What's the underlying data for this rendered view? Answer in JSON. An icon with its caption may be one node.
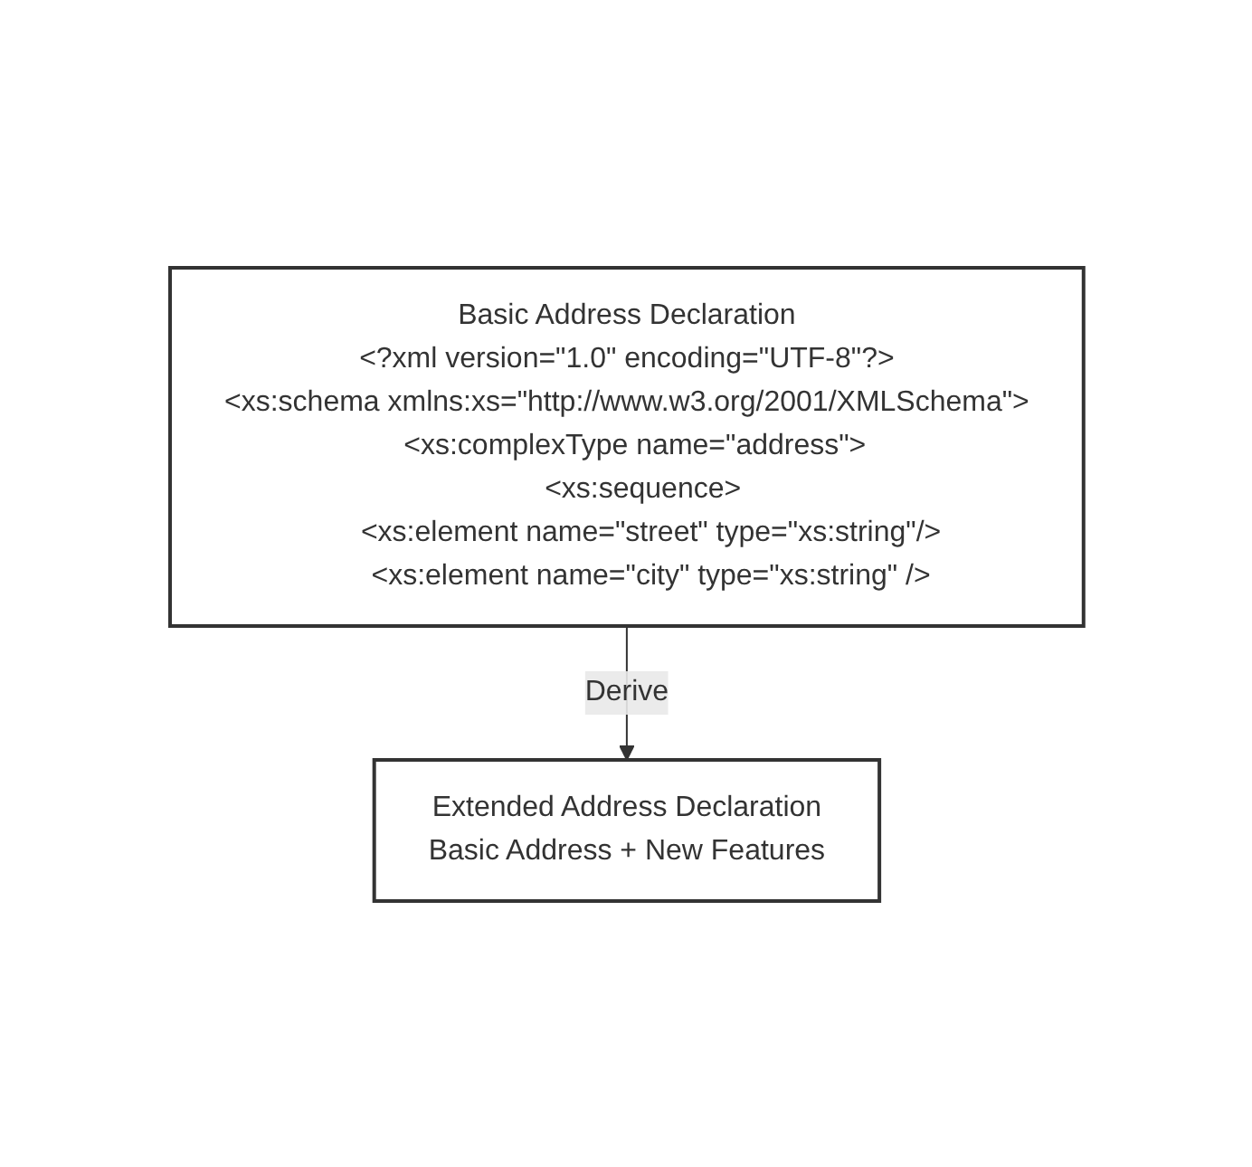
{
  "diagram": {
    "nodes": [
      {
        "text": [
          "Basic Address Declaration",
          "<?xml version=\"1.0\" encoding=\"UTF-8\"?>",
          "<xs:schema xmlns:xs=\"http://www.w3.org/2001/XMLSchema\">",
          "<xs:complexType name=\"address\">",
          "<xs:sequence>",
          "<xs:element name=\"street\" type=\"xs:string\"/>",
          "<xs:element name=\"city\" type=\"xs:string\" />"
        ]
      },
      {
        "text": [
          "Extended Address Declaration",
          "Basic Address + New Features"
        ]
      }
    ],
    "edges": [
      {
        "from": 0,
        "to": 1,
        "arrow": "to",
        "label": "Derive"
      }
    ]
  }
}
